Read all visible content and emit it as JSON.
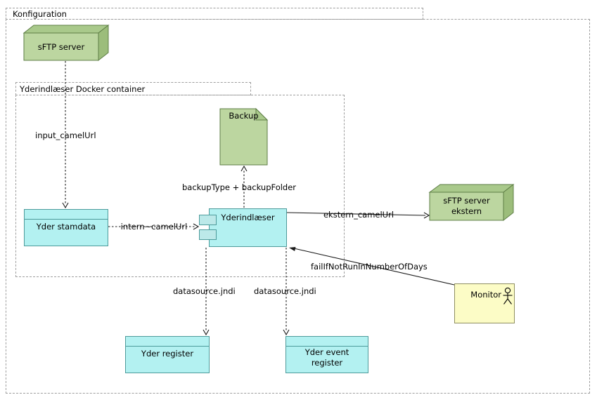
{
  "diagram_title": "Konfiguration",
  "packages": {
    "konfiguration": {
      "label": "Konfiguration"
    },
    "docker": {
      "label": "Yderindlæser Docker container"
    }
  },
  "nodes": {
    "sftp_server": {
      "type": "node-3d",
      "label": "sFTP server"
    },
    "sftp_server_ekstern": {
      "type": "node-3d",
      "line1": "sFTP server",
      "line2": "ekstern"
    },
    "backup_note": {
      "type": "note",
      "label": "Backup"
    },
    "yder_stamdata": {
      "type": "box",
      "label": "Yder stamdata"
    },
    "yderindlaeser": {
      "type": "component",
      "label": "Yderindlæser"
    },
    "monitor": {
      "type": "box-with-actor",
      "label": "Monitor"
    },
    "yder_register": {
      "type": "box",
      "label": "Yder register"
    },
    "yder_event_register": {
      "type": "box",
      "line1": "Yder event",
      "line2": "register"
    }
  },
  "edges": {
    "input": {
      "label": "input_camelUrl",
      "style": "dashed-arrow",
      "from": "sftp_server",
      "to": "yder_stamdata"
    },
    "intern": {
      "label": "intern~camelUrl",
      "style": "dashed-arrow",
      "from": "yder_stamdata",
      "to": "yderindlaeser"
    },
    "backup": {
      "label": "backupType + backupFolder",
      "style": "dashed-arrow",
      "from": "yderindlaeser",
      "to": "backup_note"
    },
    "ekstern": {
      "label": "ekstern_camelUrl",
      "style": "solid-arrow",
      "from": "yderindlaeser",
      "to": "sftp_server_ekstern"
    },
    "fail": {
      "label": "failIfNotRunInNumberOfDays",
      "style": "solid-filled-arrow",
      "from": "monitor",
      "to": "yderindlaeser"
    },
    "datasource_left": {
      "label": "datasource.jndi",
      "style": "dashed-arrow",
      "from": "yderindlaeser",
      "to": "yder_register"
    },
    "datasource_right": {
      "label": "datasource.jndi",
      "style": "dashed-arrow",
      "from": "yderindlaeser",
      "to": "yder_event_register"
    }
  },
  "icons": {
    "actor": "actor-icon",
    "component_ports": "component-port-icon"
  },
  "colors": {
    "green_front": "#bcd6a0",
    "green_top": "#a9c98b",
    "green_side": "#9cbd7b",
    "green_border": "#5e7e46",
    "cyan_fill": "#b3f1f1",
    "cyan_border": "#4d9b9b",
    "yellow_fill": "#fcfcc6",
    "yellow_border": "#8f8f60",
    "package_border": "#9e9e9e",
    "line": "#000000"
  }
}
